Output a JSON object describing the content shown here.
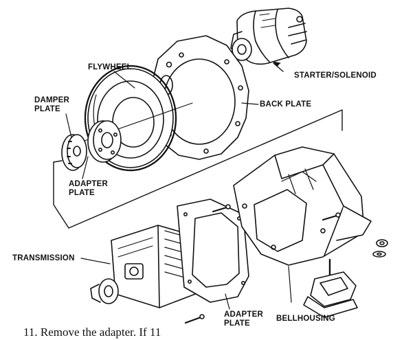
{
  "labels": {
    "flywheel": "FLYWHEEL",
    "starter": "STARTER/SOLENOID",
    "damper_plate": "DAMPER\nPLATE",
    "back_plate": "BACK PLATE",
    "adapter_plate_upper": "ADAPTER\nPLATE",
    "transmission": "TRANSMISSION",
    "adapter_plate_lower": "ADAPTER\nPLATE",
    "bellhousing": "BELLHOUSING"
  },
  "caption": "11. Remove the adapter. If 11"
}
